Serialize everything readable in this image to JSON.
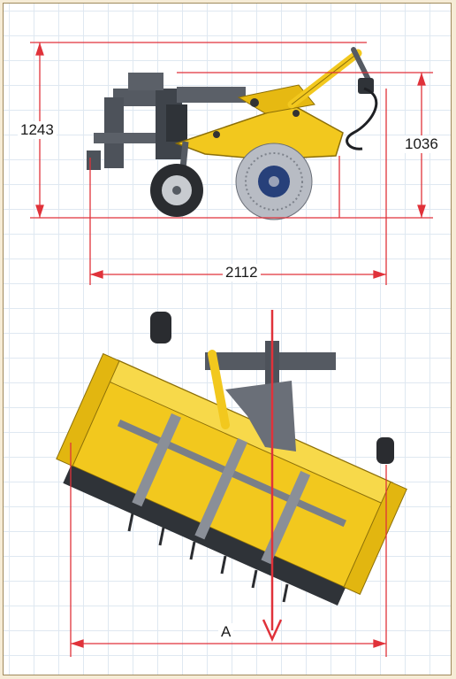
{
  "dimensions": {
    "overall_height": "1243",
    "frame_height": "1036",
    "overall_length": "2112",
    "working_width": "A"
  },
  "colors": {
    "dimension_line": "#e0323a",
    "body_yellow": "#f2c81e",
    "frame_gray": "#555a62",
    "brush": "#8a8f98"
  }
}
